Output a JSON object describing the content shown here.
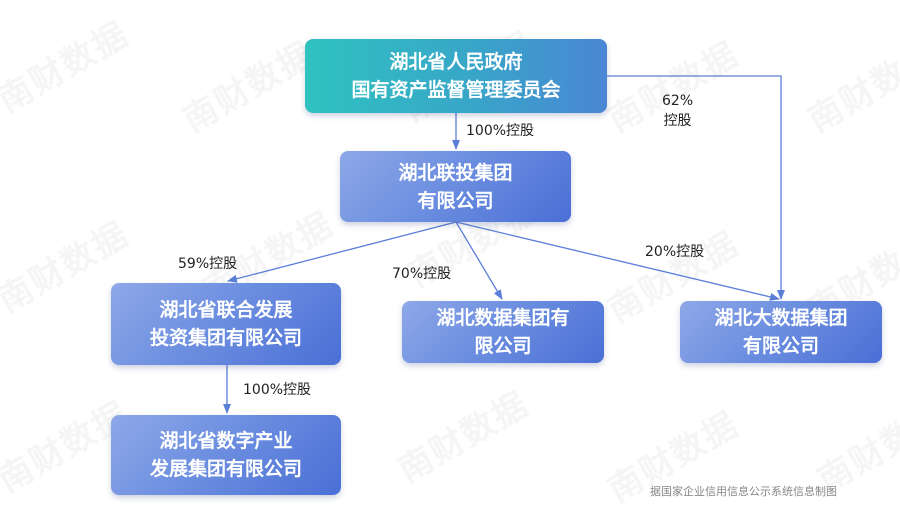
{
  "watermark": "南财数据",
  "nodes": {
    "sasac": {
      "line1": "湖北省人民政府",
      "line2": "国有资产监督管理委员会"
    },
    "liantou": {
      "line1": "湖北联投集团",
      "line2": "有限公司"
    },
    "lianhe": {
      "line1": "湖北省联合发展",
      "line2": "投资集团有限公司"
    },
    "shuju": {
      "line1": "湖北数据集团有",
      "line2": "限公司"
    },
    "dashuju": {
      "line1": "湖北大数据集团",
      "line2": "有限公司"
    },
    "shuzi": {
      "line1": "湖北省数字产业",
      "line2": "发展集团有限公司"
    }
  },
  "edges": {
    "sasac_liantou": "100%控股",
    "sasac_dashuju_pct": "62%",
    "sasac_dashuju_txt": "控股",
    "liantou_lianhe": "59%控股",
    "liantou_shuju": "70%控股",
    "liantou_dashuju": "20%控股",
    "lianhe_shuzi": "100%控股"
  },
  "source": "据国家企业信用信息公示系统信息制图",
  "colors": {
    "line": "#5b7fd8",
    "node_blue": "#6d8fe0",
    "node_teal": "#2fc2c0"
  }
}
